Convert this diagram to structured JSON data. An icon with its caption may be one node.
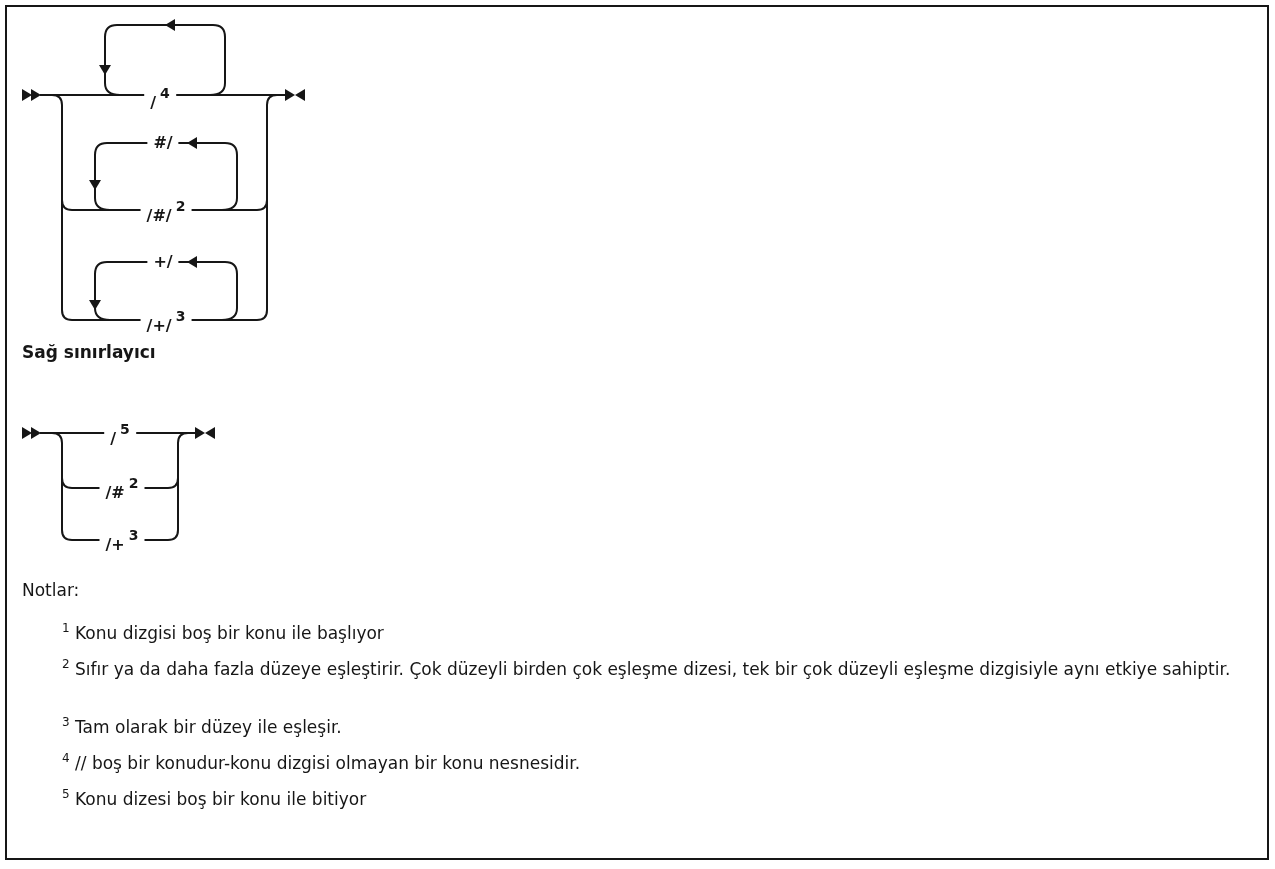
{
  "diagram": {
    "labels": [
      "/$^{4}$",
      "#/",
      "/#/$^{2}$",
      "+/",
      "/+/$^{3}$",
      "Sağ sınırlayıcı",
      "/$^{5}$",
      "/#$^{2}$",
      "/+$^{3}$",
      "Notlar:",
      "$^{1}$ Konu dizgisi boş bir konu ile başlıyor",
      "$^{2}$ Sıfır ya da daha fazla düzeye eşleştirir. Çok düzeyli birden çok eşleşme dizesi, tek bir çok düzeyli eşleşme dizgisiyle aynı etkiye sahiptir.",
      "$^{3}$ Tam olarak bir düzey ile eşleşir.",
      "$^{4}$ // boş bir konudur-konu dizgisi olmayan bir konu nesnesidir.",
      "$^{5}$ Konu dizesi boş bir konu ile bitiyor"
    ]
  }
}
